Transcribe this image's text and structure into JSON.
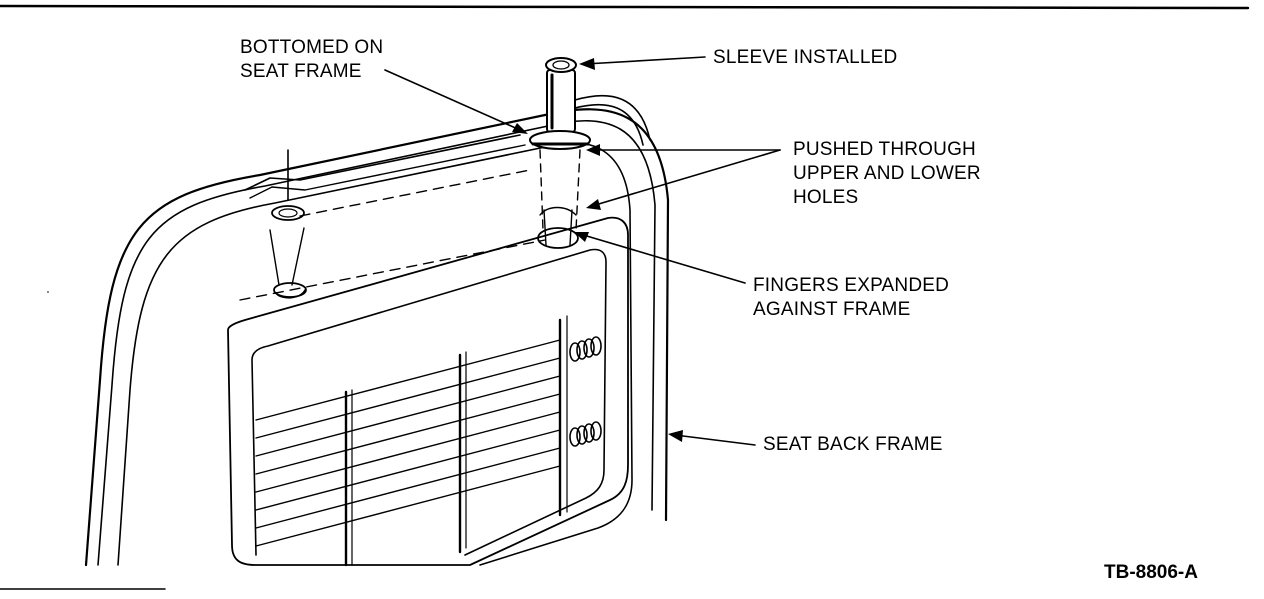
{
  "labels": {
    "bottomed": [
      "BOTTOMED ON",
      "SEAT FRAME"
    ],
    "sleeve": "SLEEVE INSTALLED",
    "pushed": [
      "PUSHED THROUGH",
      "UPPER AND LOWER",
      "HOLES"
    ],
    "fingers": [
      "FINGERS EXPANDED",
      "AGAINST FRAME"
    ],
    "seatback": "SEAT BACK FRAME"
  },
  "figure_id": "TB-8806-A"
}
